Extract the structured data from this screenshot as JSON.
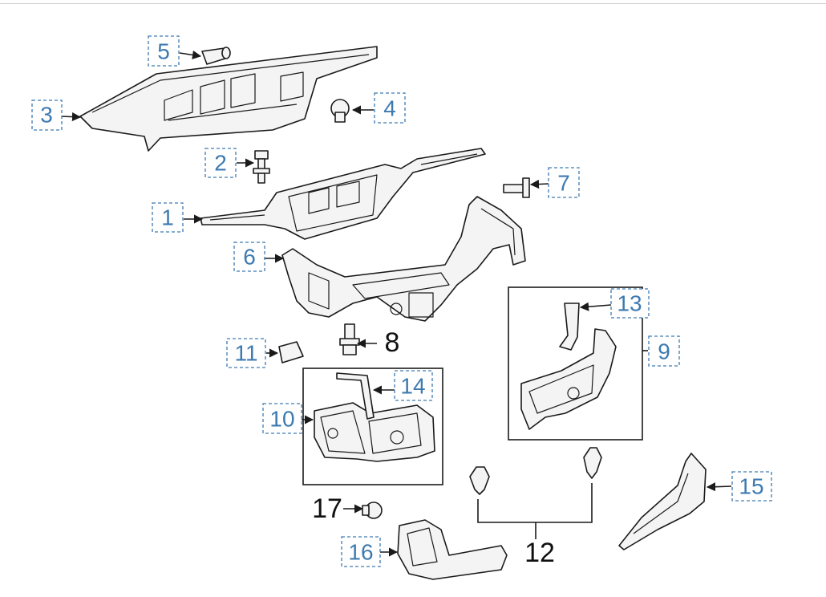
{
  "callouts": [
    {
      "id": "1",
      "label": "1"
    },
    {
      "id": "2",
      "label": "2"
    },
    {
      "id": "3",
      "label": "3"
    },
    {
      "id": "4",
      "label": "4"
    },
    {
      "id": "5",
      "label": "5"
    },
    {
      "id": "6",
      "label": "6"
    },
    {
      "id": "7",
      "label": "7"
    },
    {
      "id": "9",
      "label": "9"
    },
    {
      "id": "10",
      "label": "10"
    },
    {
      "id": "11",
      "label": "11"
    },
    {
      "id": "13",
      "label": "13"
    },
    {
      "id": "14",
      "label": "14"
    },
    {
      "id": "15",
      "label": "15"
    },
    {
      "id": "16",
      "label": "16"
    }
  ],
  "plain_labels": [
    {
      "id": "8",
      "label": "8"
    },
    {
      "id": "12",
      "label": "12"
    },
    {
      "id": "17",
      "label": "17"
    }
  ],
  "colors": {
    "callout": "#3d7ab0",
    "line": "#1a1a1a",
    "part_fill": "#f4f4f4"
  }
}
